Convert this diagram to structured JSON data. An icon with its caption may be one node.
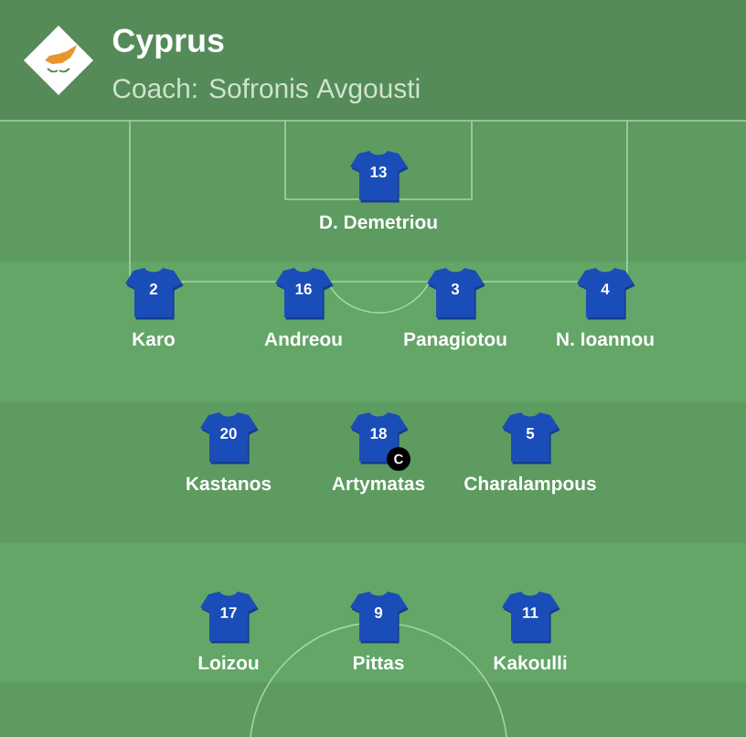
{
  "diagram": {
    "title": "Cyprus",
    "nodes": [
      {
        "text": [
          "13"
        ],
        "beside": [
          "D. Demetriou"
        ]
      },
      {
        "text": [
          "2"
        ],
        "beside": [
          "Karo"
        ]
      },
      {
        "text": [
          "16"
        ],
        "beside": [
          "Andreou"
        ]
      },
      {
        "text": [
          "3"
        ],
        "beside": [
          "Panagiotou"
        ]
      },
      {
        "text": [
          "4"
        ],
        "beside": [
          "N. Ioannou"
        ]
      },
      {
        "text": [
          "20"
        ],
        "beside": [
          "Kastanos"
        ]
      },
      {
        "text": [
          "18"
        ],
        "beside": [
          "Artymatas"
        ]
      },
      {
        "text": [
          "C"
        ]
      },
      {
        "text": [
          "5"
        ],
        "beside": [
          "Charalampous"
        ]
      },
      {
        "text": [
          "17"
        ],
        "beside": [
          "Loizou"
        ]
      },
      {
        "text": [
          "9"
        ],
        "beside": [
          "Pittas"
        ]
      },
      {
        "text": [
          "11"
        ],
        "beside": [
          "Kakoulli"
        ]
      }
    ],
    "labels": [
      "Coach: Sofronis Avgousti"
    ]
  }
}
